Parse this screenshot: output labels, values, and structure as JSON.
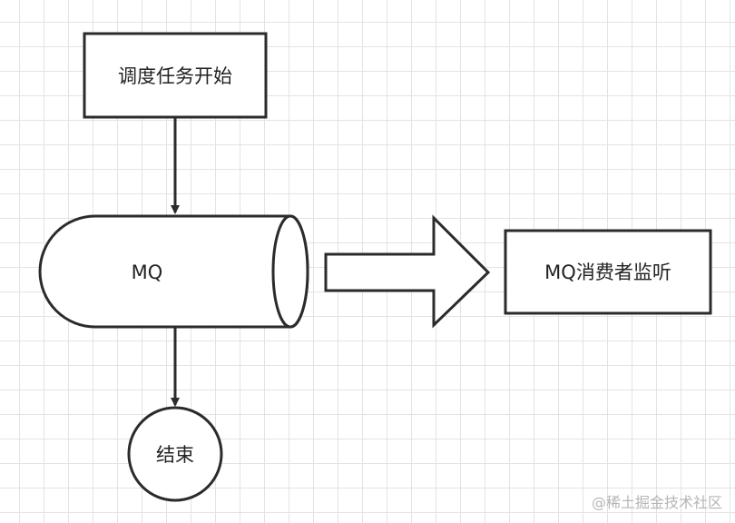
{
  "nodes": {
    "start": "调度任务开始",
    "queue": "MQ",
    "consumer": "MQ消费者监听",
    "end": "结束"
  },
  "watermark": "@稀土掘金技术社区",
  "colors": {
    "stroke": "#2b2b2b",
    "fill": "#ffffff",
    "grid": "#e3e3e3"
  }
}
